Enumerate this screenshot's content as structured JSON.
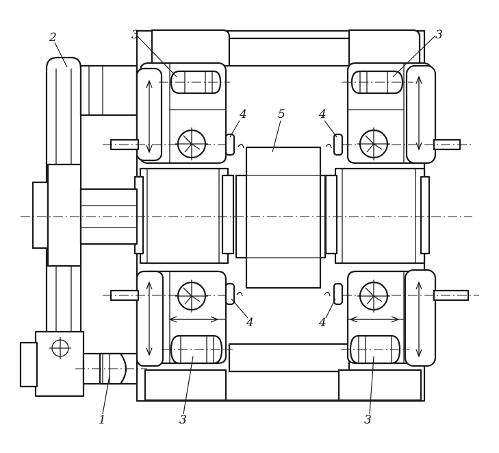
{
  "labels": {
    "drive_unit": "1",
    "lever_arm": "2",
    "roller_top_left": "3",
    "roller_top_right": "3",
    "roller_bottom_left": "3",
    "roller_bottom_right": "3",
    "guide_top_left": "4",
    "guide_top_right": "4",
    "guide_bottom_left": "4",
    "guide_bottom_right": "4",
    "center_roll": "5"
  }
}
